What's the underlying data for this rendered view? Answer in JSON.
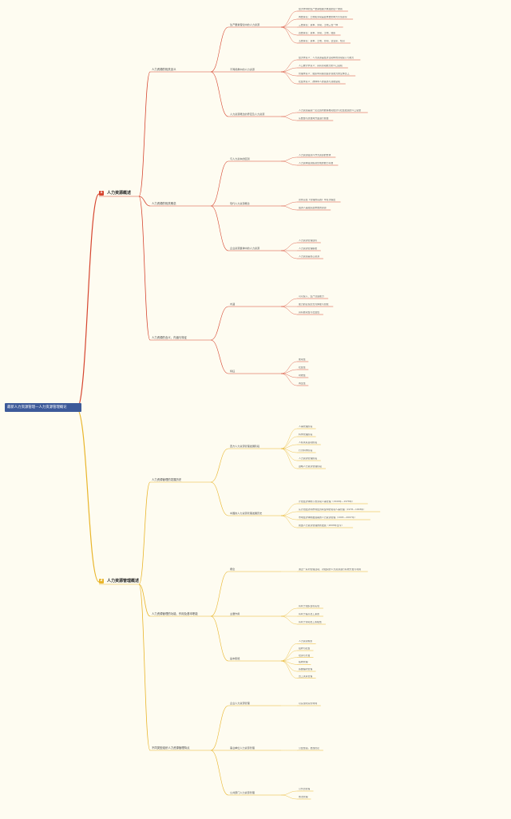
{
  "root": "最新人力资源管理—人力资源管理概论",
  "sections": [
    {
      "num": "1",
      "title": "人力资源概述",
      "color": "#d6452f",
      "branches": [
        {
          "title": "人力资源的相关含义",
          "children": [
            {
              "title": "生产要素理论中的人力资源",
              "items": [
                "经济学中的生产要素根据大概括的四个类别",
                "两要素论：土地和劳动是最重要的两大价值源泉",
                "三要素论：资本、劳动、土地三位一体",
                "四要素论：资本、劳动、土地、组织",
                "五要素论：资本、土地、劳动、企业家、知识"
              ]
            },
            {
              "title": "不同视角中的人力资源",
              "items": [
                "经济学意义：人力资源是经济活动中的劳动投入与能力",
                "人口统计学意义：具有劳动能力的人口总和",
                "管理学意义：组织中具备创造价值能力的全体员工",
                "社会学意义：群体中人的素质与潜能总和"
              ]
            },
            {
              "title": "人力资源概念的界定及人力资源",
              "items": [
                "人力资源是指一定范围内能够推动经济与社会发展的人口总量",
                "从数量与质量两方面进行衡量"
              ]
            }
          ]
        },
        {
          "title": "人力资源的相关概念",
          "children": [
            {
              "title": "与人力资本的区别",
              "items": [
                "人力资源强调人作为资源的整体",
                "人力资本强调投资形成的能力存量"
              ]
            },
            {
              "title": "现代人力资源概念",
              "items": [
                "德鲁克在《管理的实践》中首次提出",
                "强调人是组织最重要的资源"
              ]
            },
            {
              "title": "企业资源整体中的人力资源",
              "items": [
                "人力资源管理目标",
                "人力资源管理职能",
                "人力资源是核心资源"
              ]
            }
          ]
        },
        {
          "title": "人力资源的含义、内涵与特征",
          "children": [
            {
              "title": "内涵",
              "items": [
                "可以投入、生产创造能力",
                "能力的表现形式为体能与智能",
                "具有能动性与社会性"
              ]
            },
            {
              "title": "特征",
              "items": [
                "能动性",
                "社会性",
                "时效性",
                "再生性"
              ]
            }
          ]
        }
      ]
    },
    {
      "num": "2",
      "title": "人力资源管理概述",
      "color": "#e9b52a",
      "branches": [
        {
          "title": "人力资源管理的发展历史",
          "children": [
            {
              "title": "西方人力资源管理发展阶段",
              "items": [
                "人事管理阶段",
                "科学管理阶段",
                "人际关系运动阶段",
                "行为科学阶段",
                "人力资源管理阶段",
                "战略人力资源管理阶段"
              ]
            },
            {
              "title": "中国的人力资源管理发展历史",
              "items": [
                "计划经济体制下的劳动人事管理（1949年—1978年）",
                "从计划经济向市场经济转型中的劳动人事管理（1978—1993年）",
                "市场经济体制发展期的人力资源管理（1993—2007年）",
                "我国人力资源管理的新发展（2008年至今）"
              ]
            }
          ]
        },
        {
          "title": "人力资源管理的功能、作用及基本职能",
          "children": [
            {
              "title": "概念",
              "items": [
                "通过一系列管理活动，对组织的人力资源进行有效开发与利用"
              ]
            },
            {
              "title": "主要作用",
              "items": [
                "有利于组织目标实现",
                "有利于提高员工素质",
                "有利于调动员工积极性"
              ]
            },
            {
              "title": "基本职能",
              "items": [
                "人力资源规划",
                "招聘与配置",
                "培训与开发",
                "绩效管理",
                "薪酬福利管理",
                "员工关系管理"
              ]
            }
          ]
        },
        {
          "title": "不同类型组织人力资源管理特点",
          "children": [
            {
              "title": "企业人力资源管理",
              "items": [
                "以实现利润为导向"
              ]
            },
            {
              "title": "事业单位人力资源管理",
              "items": [
                "公益性强，更加稳定"
              ]
            },
            {
              "title": "公共部门人力资源管理",
              "items": [
                "公务员管理",
                "依法管理"
              ]
            }
          ]
        }
      ]
    }
  ]
}
